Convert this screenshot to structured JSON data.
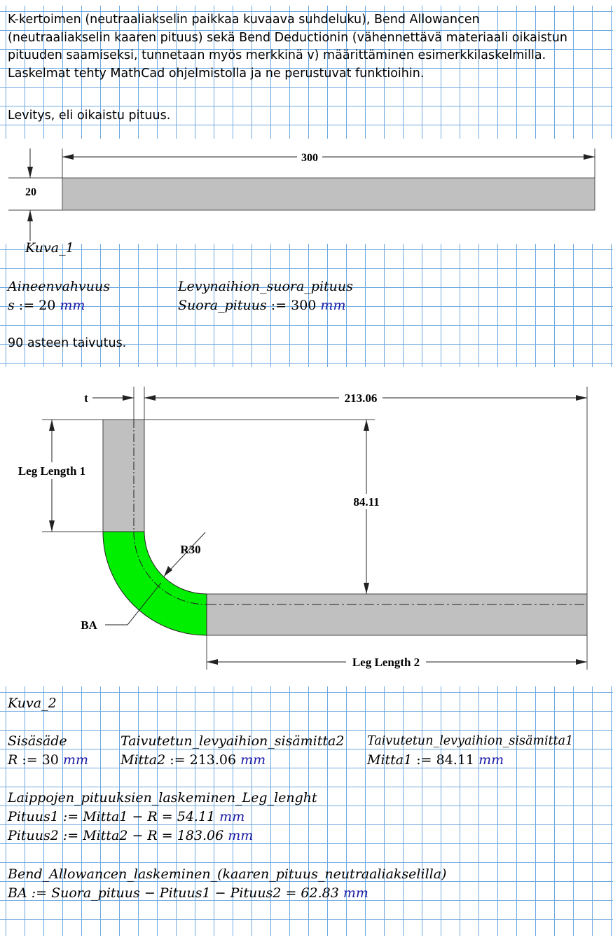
{
  "intro": {
    "lines": [
      "K-kertoimen (neutraaliakselin paikkaa kuvaava suhdeluku), Bend Allowancen",
      "(neutraaliakselin kaaren pituus) sekä Bend Deductionin (vähennettävä materiaali oikaistun",
      "pituuden saamiseksi, tunnetaan myös merkkinä v) määrittäminen esimerkkilaskelmilla.",
      "Laskelmat tehty MathCad ohjelmistolla ja ne perustuvat funktioihin."
    ],
    "levitys": "Levitys, eli oikaistu pituus."
  },
  "figure1": {
    "length_label": "300",
    "thickness_label": "20",
    "caption": "Kuva_1"
  },
  "vars1": {
    "thickness_name": "Aineenvahvuus",
    "thickness_lhs": "s",
    "thickness_value": "20",
    "length_name": "Levynaihion_suora_pituus",
    "length_lhs": "Suora_pituus",
    "length_value": "300",
    "unit": "mm"
  },
  "section2": {
    "heading": "90 asteen taivutus."
  },
  "figure2": {
    "t_label": "t",
    "width_label": "213.06",
    "leg1_label": "Leg Length 1",
    "height_label": "84.11",
    "radius_label": "R30",
    "ba_label": "BA",
    "leg2_label": "Leg Length 2",
    "ba_color": "#00ee00",
    "plate_color": "#c0c0c0",
    "caption": "Kuva_2"
  },
  "vars2": {
    "r_name": "Sisäsäde",
    "r_lhs": "R",
    "r_value": "30",
    "m2_name": "Taivutetun_levyaihion_sisämitta2",
    "m2_lhs": "Mitta2",
    "m2_value": "213.06",
    "m1_name": "Taivutetun_levyaihion_sisämitta1",
    "m1_lhs": "Mitta1",
    "m1_value": "84.11",
    "unit": "mm"
  },
  "calc_legs": {
    "heading": "Laippojen_pituuksien_laskeminen_Leg_lenght",
    "line1": "Pituus1 := Mitta1 − R = 54.11",
    "line2": "Pituus2 := Mitta2 − R = 183.06",
    "unit": "mm"
  },
  "calc_ba": {
    "heading": "Bend_Allowancen_laskeminen_(kaaren_pituus_neutraaliakselilla)",
    "line": "BA := Suora_pituus − Pituus1 − Pituus2 = 62.83",
    "unit": "mm"
  }
}
